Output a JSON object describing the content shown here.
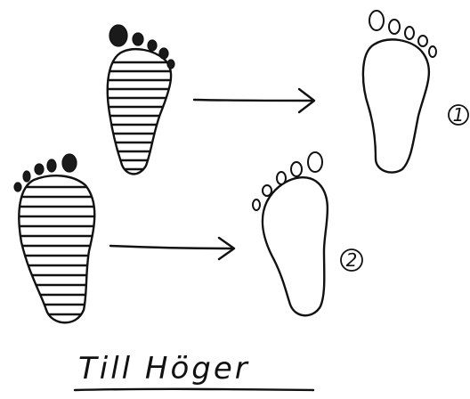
{
  "steps": [
    {
      "number": "1"
    },
    {
      "number": "2"
    }
  ],
  "caption": "Till Höger"
}
